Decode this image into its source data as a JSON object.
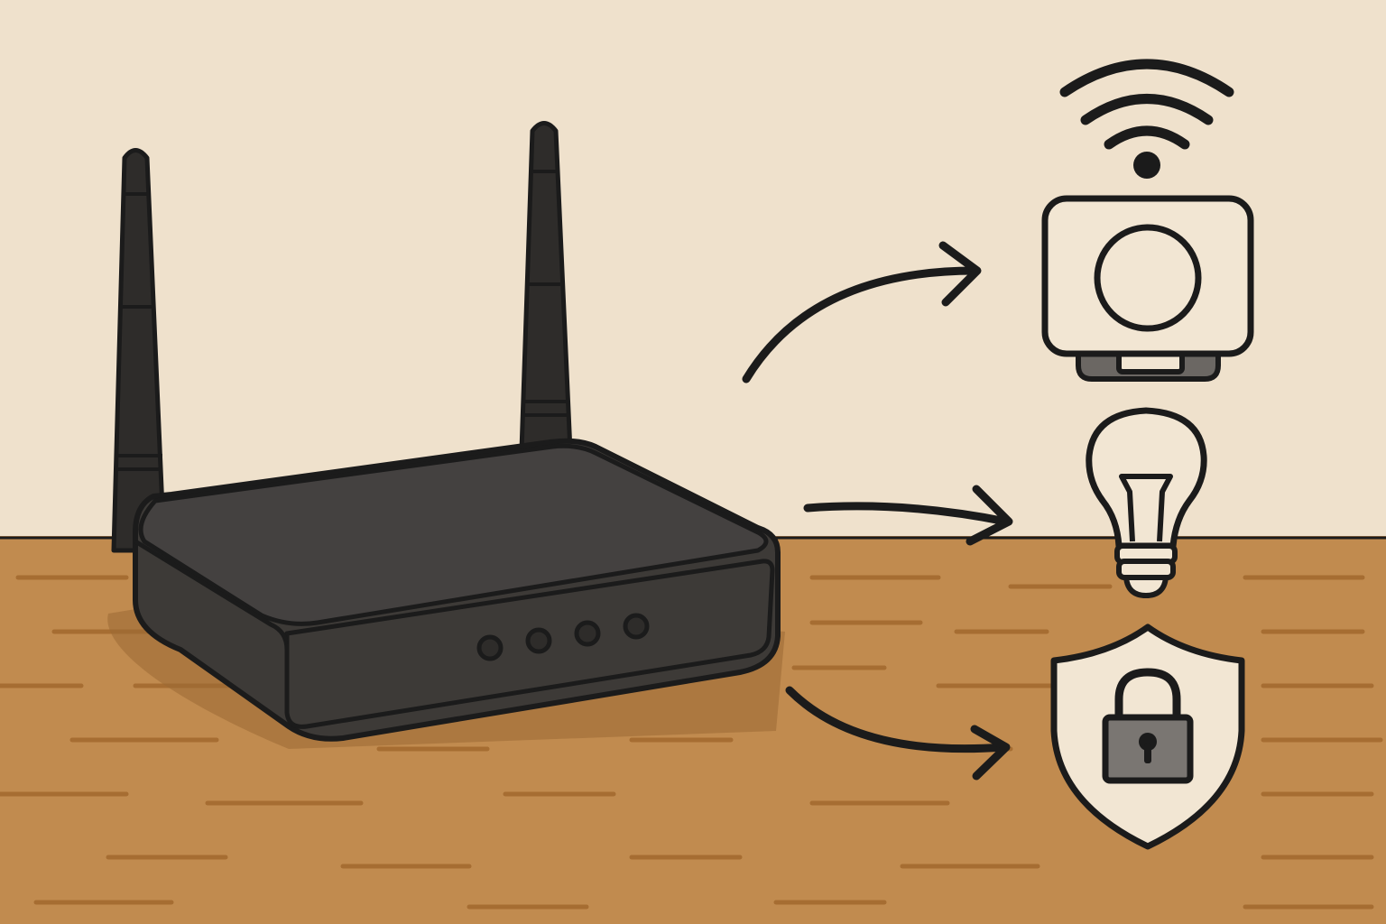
{
  "colors": {
    "wall": "#efe1cc",
    "table": "#c18b4f",
    "table_grain": "#a66d32",
    "table_shadow": "#9a6a35",
    "outline": "#1b1b1b",
    "router_body": "#3d3a37",
    "router_top": "#444140",
    "router_dark": "#2e2c2a",
    "icon_fill": "#f2e6d3",
    "lock_fill": "#7a7672",
    "camera_foot": "#6b6763"
  },
  "diagram": {
    "source": {
      "name": "wireless-router",
      "antenna_count": 2,
      "indicator_light_count": 4
    },
    "connections": [
      {
        "from": "wireless-router",
        "to": "smart-camera"
      },
      {
        "from": "wireless-router",
        "to": "smart-bulb"
      },
      {
        "from": "wireless-router",
        "to": "security-lock"
      }
    ],
    "devices": [
      {
        "name": "smart-camera",
        "icon": "camera-icon",
        "badge": "wifi-icon"
      },
      {
        "name": "smart-bulb",
        "icon": "light-bulb-icon"
      },
      {
        "name": "security-lock",
        "icon": "shield-lock-icon"
      }
    ]
  }
}
